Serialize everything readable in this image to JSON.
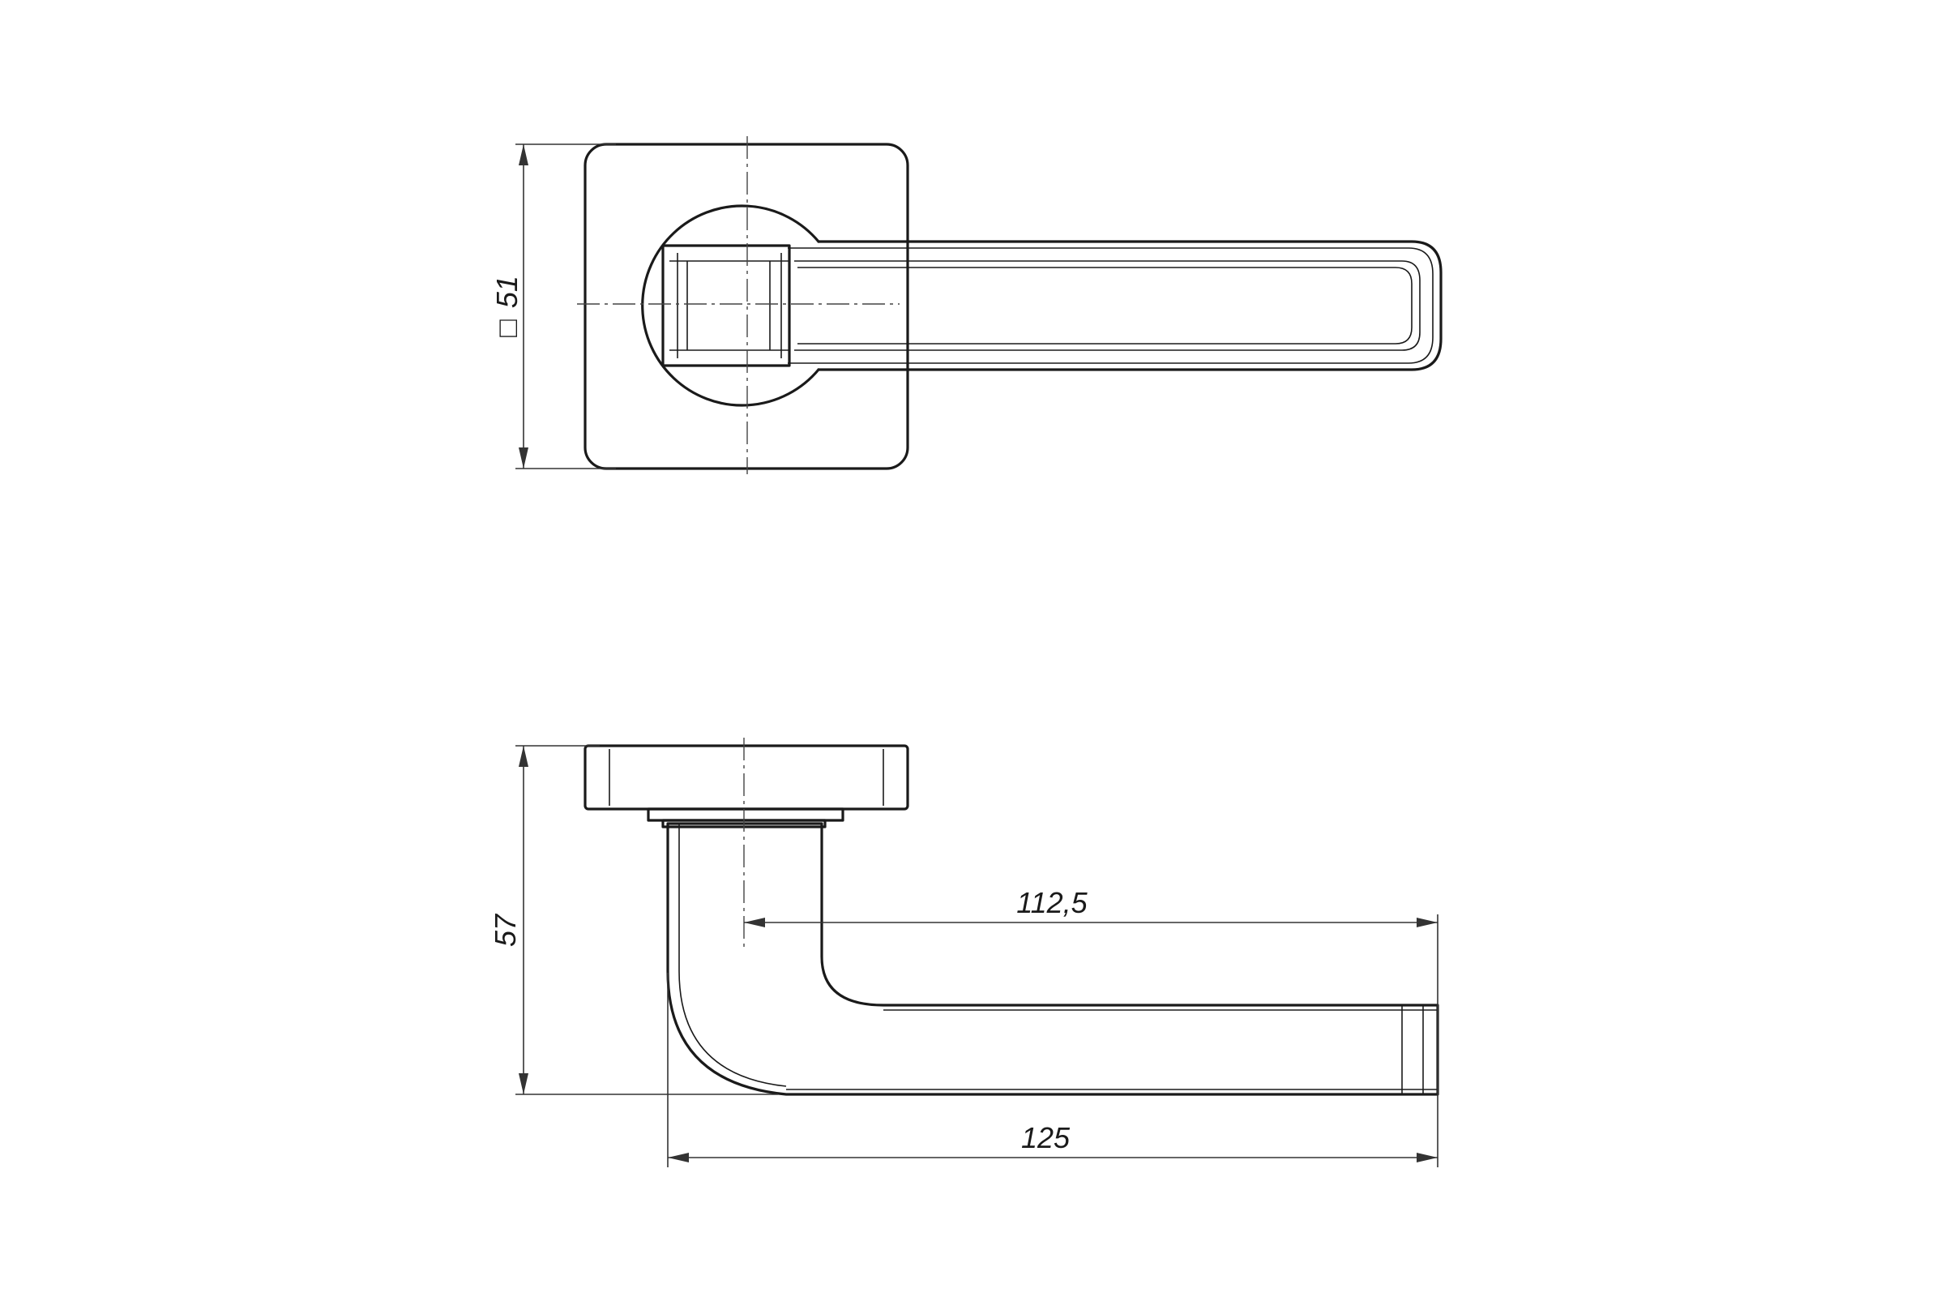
{
  "drawing": {
    "views": {
      "front_view": {
        "rose_size_symbol": "□",
        "rose_size_value": "51"
      },
      "side_view": {
        "height_value": "57",
        "lever_reach_value": "112,5",
        "overall_length_value": "125"
      }
    },
    "colors": {
      "line": "#1a1a1a",
      "background": "#ffffff"
    }
  }
}
